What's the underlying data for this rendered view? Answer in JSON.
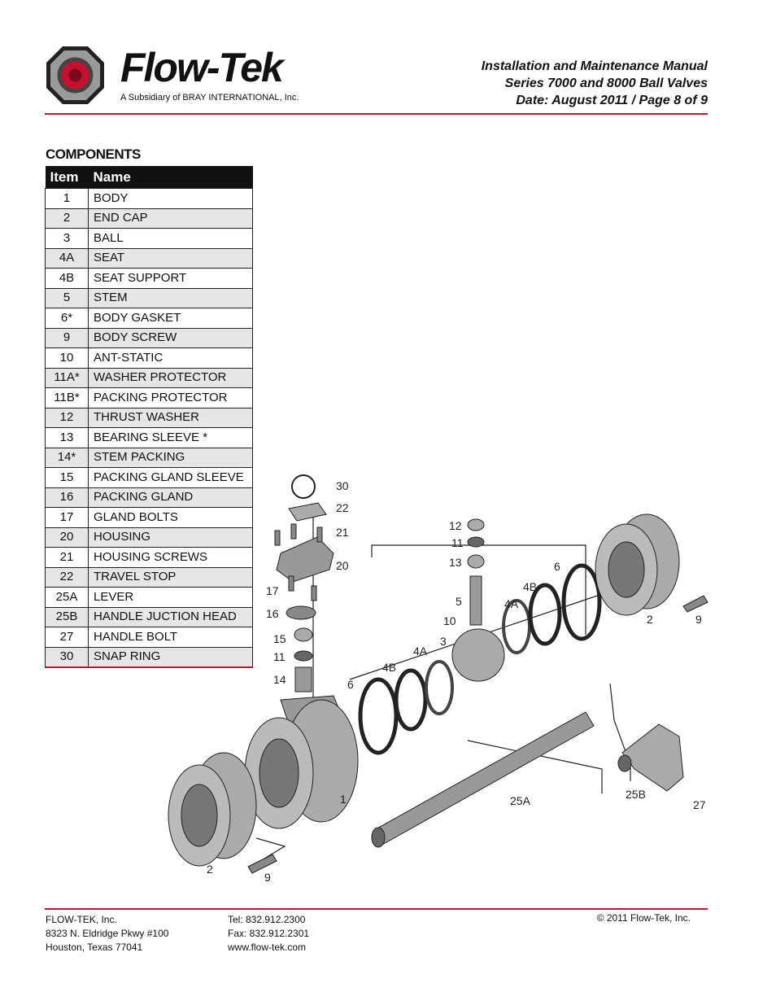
{
  "header": {
    "brand": "Flow-Tek",
    "tagline": "A Subsidiary of BRAY INTERNATIONAL, Inc.",
    "doc_title": "Installation and Maintenance Manual",
    "doc_series": "Series 7000 and 8000 Ball Valves",
    "doc_date": "Date: August 2011 / Page 8 of 9"
  },
  "components": {
    "title": "COMPONENTS",
    "columns": [
      "Item",
      "Name"
    ],
    "rows": [
      {
        "item": "1",
        "name": "BODY"
      },
      {
        "item": "2",
        "name": "END CAP"
      },
      {
        "item": "3",
        "name": "BALL"
      },
      {
        "item": "4A",
        "name": "SEAT"
      },
      {
        "item": "4B",
        "name": "SEAT SUPPORT"
      },
      {
        "item": "5",
        "name": "STEM"
      },
      {
        "item": "6*",
        "name": "BODY GASKET"
      },
      {
        "item": "9",
        "name": "BODY SCREW"
      },
      {
        "item": "10",
        "name": "ANT-STATIC"
      },
      {
        "item": "11A*",
        "name": "WASHER PROTECTOR"
      },
      {
        "item": "11B*",
        "name": "PACKING PROTECTOR"
      },
      {
        "item": "12",
        "name": "THRUST WASHER"
      },
      {
        "item": "13",
        "name": "BEARING SLEEVE *"
      },
      {
        "item": "14*",
        "name": "STEM PACKING"
      },
      {
        "item": "15",
        "name": "PACKING GLAND SLEEVE"
      },
      {
        "item": "16",
        "name": "PACKING GLAND"
      },
      {
        "item": "17",
        "name": "GLAND BOLTS"
      },
      {
        "item": "20",
        "name": "HOUSING"
      },
      {
        "item": "21",
        "name": "HOUSING SCREWS"
      },
      {
        "item": "22",
        "name": "TRAVEL STOP"
      },
      {
        "item": "25A",
        "name": "LEVER"
      },
      {
        "item": "25B",
        "name": "HANDLE JUCTION HEAD"
      },
      {
        "item": "27",
        "name": "HANDLE BOLT"
      },
      {
        "item": "30",
        "name": "SNAP RING"
      }
    ]
  },
  "drawing": {
    "callouts": [
      "30",
      "22",
      "21",
      "20",
      "17",
      "16",
      "15",
      "11",
      "14",
      "6",
      "4B",
      "4A",
      "3",
      "10",
      "5",
      "13",
      "11",
      "12",
      "4A",
      "4B",
      "6",
      "2",
      "9",
      "1",
      "25A",
      "25B",
      "27",
      "2",
      "9"
    ]
  },
  "footer": {
    "company": "FLOW-TEK, Inc.",
    "address1": "8323 N. Eldridge Pkwy #100",
    "address2": "Houston, Texas 77041",
    "tel": "Tel: 832.912.2300",
    "fax": "Fax: 832.912.2301",
    "web": "www.flow-tek.com",
    "copyright": "© 2011 Flow-Tek, Inc."
  }
}
